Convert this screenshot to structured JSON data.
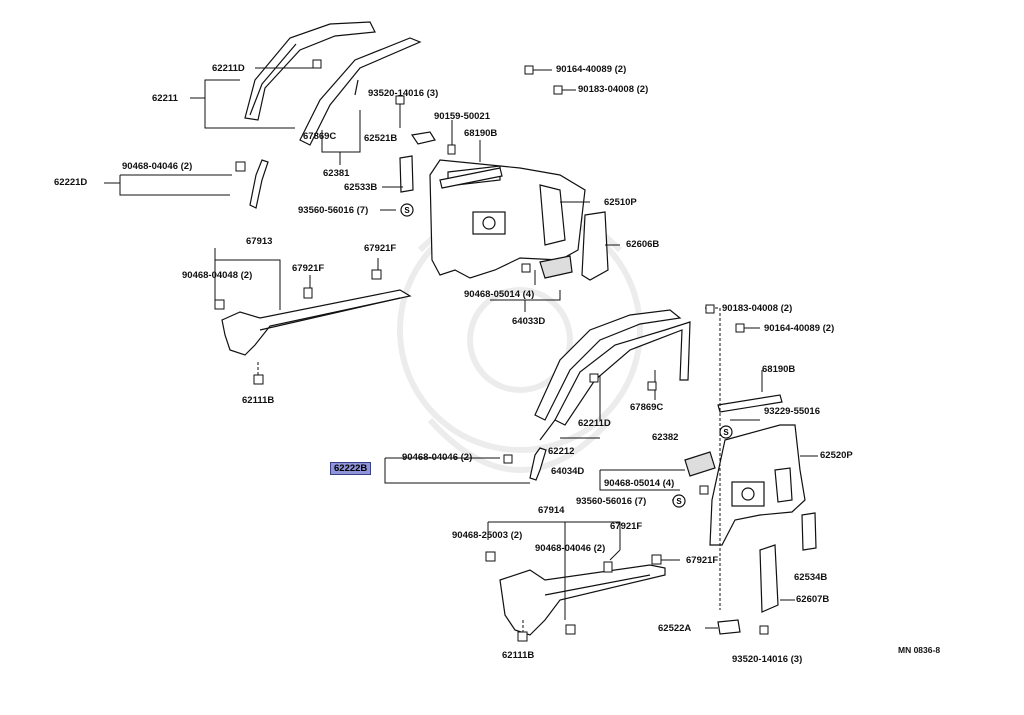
{
  "diagram": {
    "highlight_color": "#8f95d8",
    "watermark_icon": "samurai-helmet-watermark",
    "footer_code": "MN 0836-8",
    "symbol_s": "S",
    "labels": {
      "p62211D": "62211D",
      "p62211": "62211",
      "p90164_40089_top": "90164-40089 (2)",
      "p90183_04008_top": "90183-04008 (2)",
      "p93520_14016_top": "93520-14016 (3)",
      "p90159_50021": "90159-50021",
      "p67869C_top": "67869C",
      "p62521B": "62521B",
      "p68190B_top": "68190B",
      "p62381": "62381",
      "p62533B": "62533B",
      "p62221D": "62221D",
      "p90468_04046_top": "90468-04046 (2)",
      "p93560_56016_top": "93560-56016 (7)",
      "p62510P": "62510P",
      "p62606B": "62606B",
      "p67913": "67913",
      "p90468_04048": "90468-04048 (2)",
      "p67921F_a": "67921F",
      "p67921F_b": "67921F",
      "p90468_05014_top": "90468-05014 (4)",
      "p64033D": "64033D",
      "p62111B_top": "62111B",
      "p90183_04008_mid": "90183-04008 (2)",
      "p90164_40089_mid": "90164-40089 (2)",
      "p68190B_mid": "68190B",
      "p93229_55016": "93229-55016",
      "p67869C_mid": "67869C",
      "p62211D_mid": "62211D",
      "p62382": "62382",
      "p62212": "62212",
      "p62222B": "62222B",
      "p90468_04046_mid": "90468-04046 (2)",
      "p64034D": "64034D",
      "p90468_05014_mid": "90468-05014 (4)",
      "p62520P": "62520P",
      "p93560_56016_mid": "93560-56016 (7)",
      "p67914": "67914",
      "p90468_25003": "90468-25003 (2)",
      "p67921F_c": "67921F",
      "p90468_04046_low": "90468-04046 (2)",
      "p67921F_d": "67921F",
      "p62534B": "62534B",
      "p62607B": "62607B",
      "p62522A": "62522A",
      "p93520_14016_low": "93520-14016 (3)",
      "p62111B_low": "62111B"
    }
  }
}
